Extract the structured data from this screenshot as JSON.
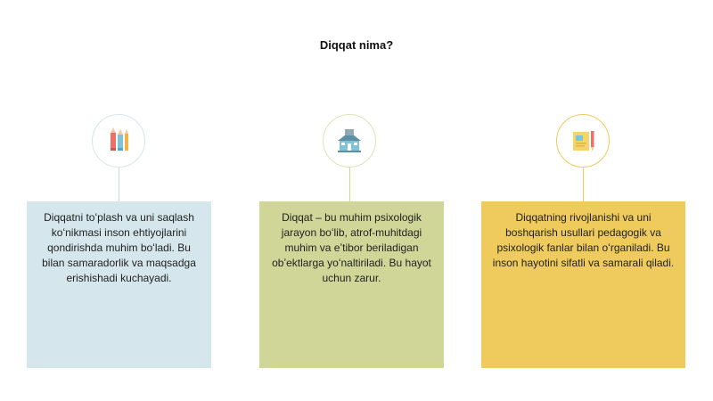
{
  "title": "Diqqat nima?",
  "steps": [
    {
      "icon": "pencils-icon",
      "text": "Diqqatni toʻplash va uni saqlash koʻnikmasi inson ehtiyojlarini qondirishda muhim boʻladi. Bu bilan samaradorlik va maqsadga erishishadi kuchayadi.",
      "color": "#d5e6ec"
    },
    {
      "icon": "school-building-icon",
      "text": "Diqqat – bu muhim psixologik jarayon boʻlib, atrof-muhitdagi muhim va eʼtibor beriladigan obʼektlarga yoʻnaltiriladi. Bu hayot uchun zarur.",
      "color": "#cfd697"
    },
    {
      "icon": "notebook-pencil-icon",
      "text": "Diqqatning rivojlanishi va uni boshqarish usullari pedagogik va psixologik fanlar bilan oʻrganiladi. Bu inson hayotini sifatli va samarali qiladi.",
      "color": "#efca5c"
    }
  ]
}
